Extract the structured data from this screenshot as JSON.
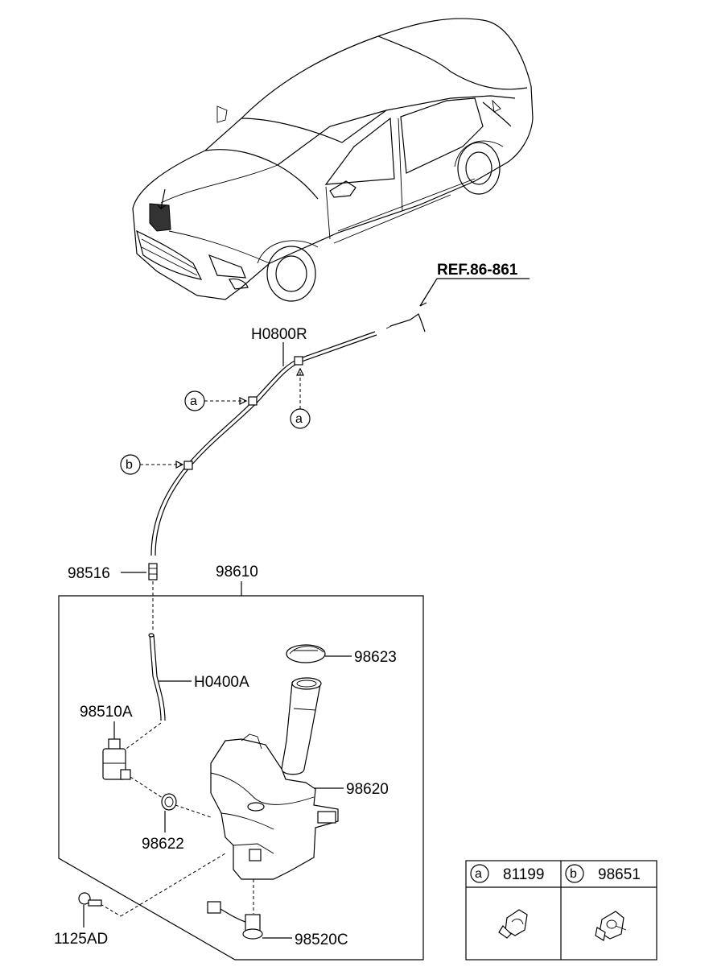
{
  "labels": {
    "ref": "REF.86-861",
    "hose_upper": "H0800R",
    "connector": "98516",
    "reservoir_assy": "98610",
    "cap": "98623",
    "hose_lower": "H0400A",
    "pump": "98510A",
    "reservoir": "98620",
    "grommet": "98622",
    "bolt": "1125AD",
    "level_sensor": "98520C"
  },
  "callouts": {
    "a_left": "a",
    "a_below": "a",
    "b_left": "b"
  },
  "legend": {
    "a_marker": "a",
    "a_part": "81199",
    "b_marker": "b",
    "b_part": "98651"
  }
}
